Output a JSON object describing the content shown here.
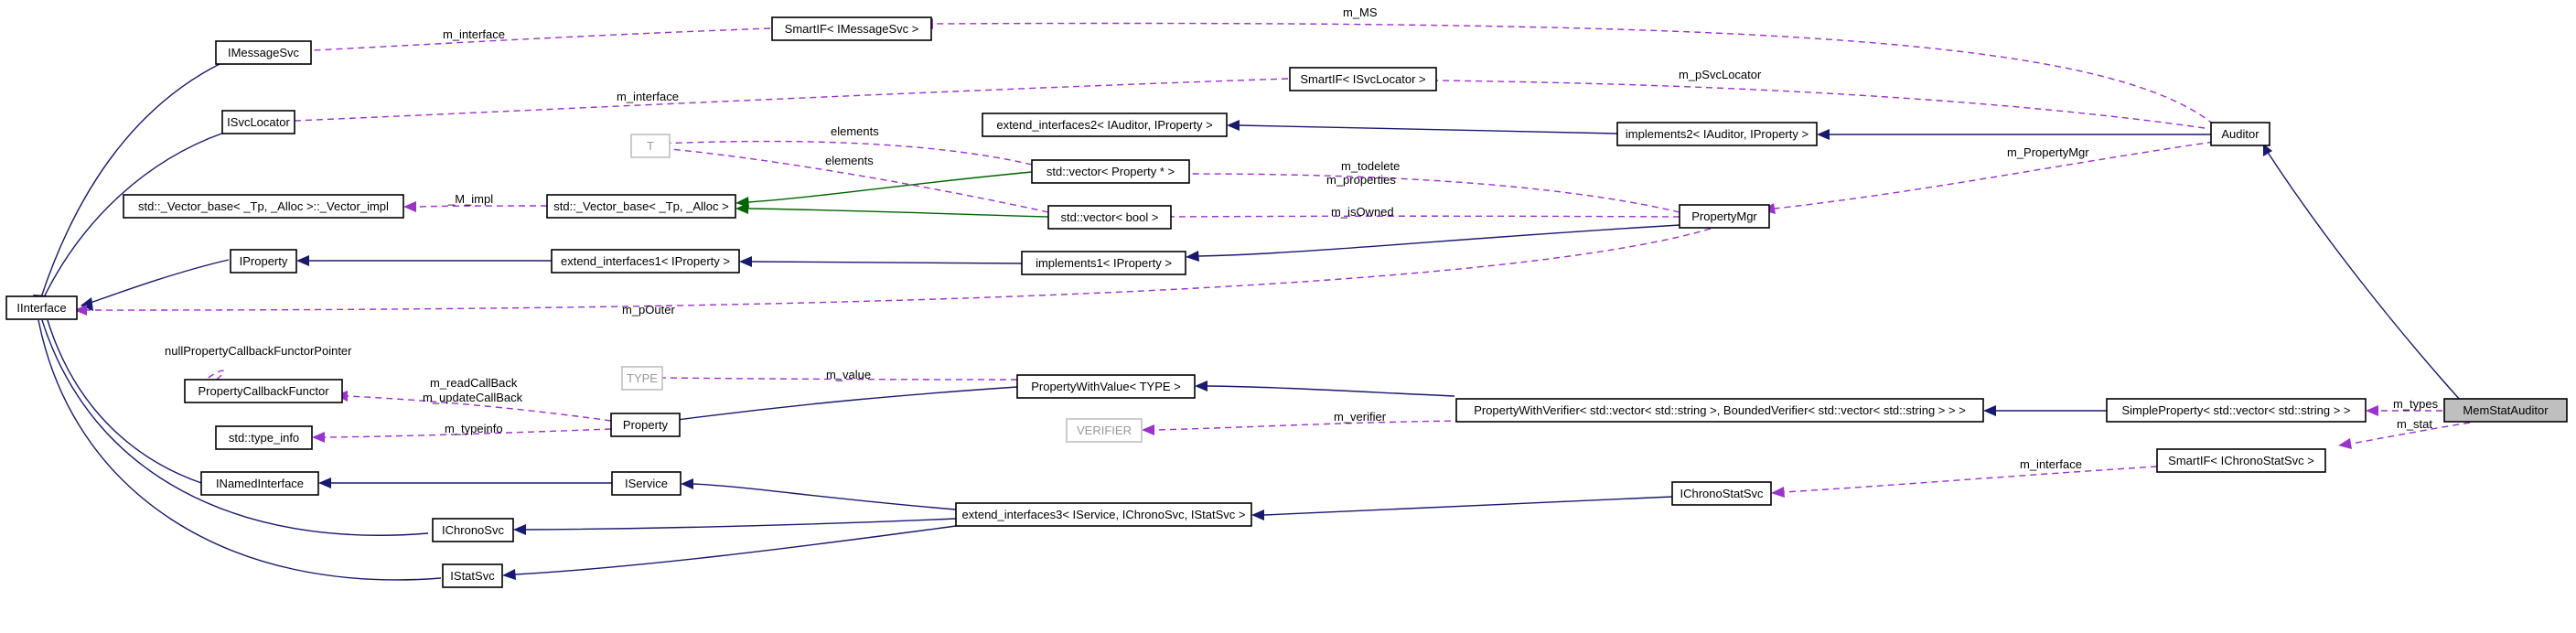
{
  "nodes": {
    "IInterface": "IInterface",
    "IMessageSvc": "IMessageSvc",
    "ISvcLocator": "ISvcLocator",
    "vector_base_impl": "std::_Vector_base< _Tp, _Alloc >::_Vector_impl",
    "IProperty": "IProperty",
    "PropertyCallbackFunctor": "PropertyCallbackFunctor",
    "type_info": "std::type_info",
    "INamedInterface": "INamedInterface",
    "IChronoSvc": "IChronoSvc",
    "IStatSvc": "IStatSvc",
    "SmartIF_IMessageSvc": "SmartIF< IMessageSvc >",
    "SmartIF_ISvcLocator": "SmartIF< ISvcLocator >",
    "extend_interfaces2": "extend_interfaces2< IAuditor, IProperty >",
    "T": "T",
    "vector_base": "std::_Vector_base< _Tp, _Alloc >",
    "vector_property": "std::vector< Property * >",
    "vector_bool": "std::vector< bool >",
    "extend_interfaces1": "extend_interfaces1< IProperty >",
    "implements1": "implements1< IProperty >",
    "implements2": "implements2< IAuditor, IProperty >",
    "Auditor": "Auditor",
    "PropertyMgr": "PropertyMgr",
    "TYPE": "TYPE",
    "PropertyWithValue": "PropertyWithValue< TYPE >",
    "Property": "Property",
    "VERIFIER": "VERIFIER",
    "PropertyWithVerifier": "PropertyWithVerifier< std::vector< std::string >, BoundedVerifier< std::vector< std::string > > >",
    "SimpleProperty": "SimpleProperty< std::vector< std::string > >",
    "IService": "IService",
    "extend_interfaces3": "extend_interfaces3< IService, IChronoSvc, IStatSvc >",
    "IChronoStatSvc": "IChronoStatSvc",
    "SmartIF_IChronoStatSvc": "SmartIF< IChronoStatSvc >",
    "MemStatAuditor": "MemStatAuditor"
  },
  "edge_labels": {
    "m_interface_msg": "m_interface",
    "m_MS": "m_MS",
    "m_interface_svcloc": "m_interface",
    "m_pSvcLocator": "m_pSvcLocator",
    "elements_1": "elements",
    "elements_2": "elements",
    "M_impl": "_M_impl",
    "m_todelete": "m_todelete",
    "m_properties": "m_properties",
    "m_PropertyMgr": "m_PropertyMgr",
    "m_isOwned": "m_isOwned",
    "m_pOuter": "m_pOuter",
    "nullPropertyCallbackFunctorPointer": "nullPropertyCallbackFunctorPointer",
    "m_readCallBack": "m_readCallBack",
    "m_updateCallBack": "m_updateCallBack",
    "m_value": "m_value",
    "m_typeinfo": "m_typeinfo",
    "m_verifier": "m_verifier",
    "m_types": "m_types",
    "m_stat": "m_stat",
    "m_interface_chrono": "m_interface"
  },
  "legend_colors": {
    "inheritance": "#191970",
    "template_instance": "#006400",
    "usage": "#9a32cd",
    "highlight_fill": "#bfbfbf"
  }
}
